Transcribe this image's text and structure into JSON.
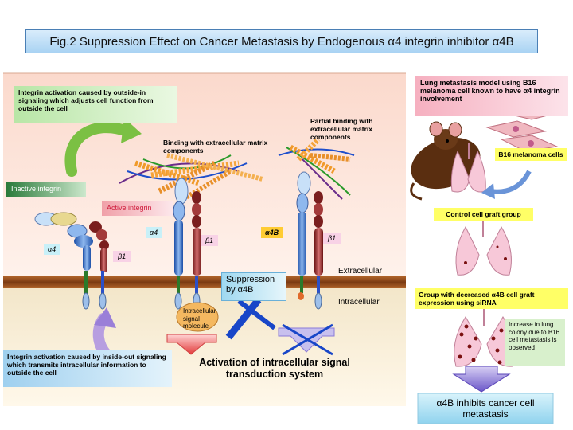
{
  "title": "Fig.2 Suppression Effect on Cancer Metastasis by Endogenous α4 integrin inhibitor α4B",
  "outside_in": "Integrin activation caused by outside-in signaling which adjusts cell function from outside the cell",
  "binding_ecm": "Binding with extracellular matrix components",
  "partial_binding": "Partial binding with extracellular matrix components",
  "inactive_integrin": "Inactive integrin",
  "active_integrin": "Active integrin",
  "alpha4_left": "α4",
  "beta1_left": "β1",
  "alpha4_mid": "α4",
  "beta1_mid": "β1",
  "alpha4b": "α4B",
  "beta1_right": "β1",
  "extracellular": "Extracellular",
  "intracellular": "Intracellular",
  "suppression": "Suppression by α4B",
  "signal_molecule": "Intracellular signal molecule",
  "activation_signal": "Activation of intracellular signal transduction system",
  "inside_out": "Integrin activation caused by inside-out signaling which transmits intracellular information to outside the cell",
  "lung_model": "Lung metastasis model using B16 melanoma cell known to have α4 integrin involvement",
  "b16_cells": "B16 melanoma cells",
  "control_group": "Control cell graft group",
  "decreased_group": "Group with decreased α4B cell graft expression using siRNA",
  "colony_note": "Increase in lung colony due to B16 cell metastasis is observed",
  "conclusion": "α4B inhibits cancer cell metastasis",
  "colors": {
    "title_bg": "#a9d3f3",
    "panel_bg": "#fbe3d6",
    "membrane": "#8b4a1c",
    "inhibitor": "#1846c8"
  }
}
